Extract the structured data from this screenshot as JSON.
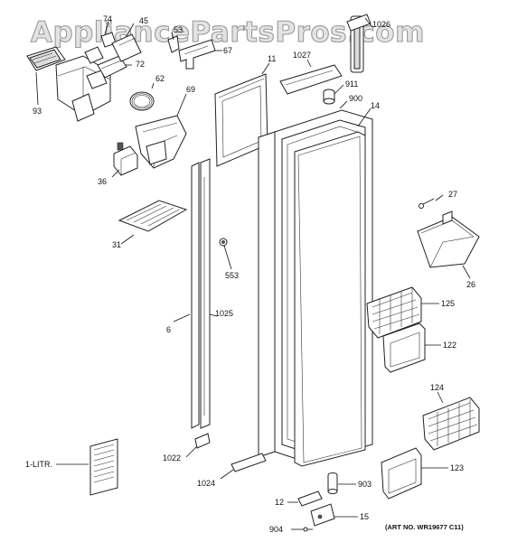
{
  "watermark": "AppliancePartsPros.com",
  "art_number": "(ART NO. WR19677 C11)",
  "callouts": {
    "p74": "74",
    "p45": "45",
    "p53": "53",
    "p67": "67",
    "p72": "72",
    "p93": "93",
    "p62": "62",
    "p69": "69",
    "p36": "36",
    "p11": "11",
    "p1026": "1026",
    "p1027": "1027",
    "p911": "911",
    "p900": "900",
    "p14": "14",
    "p31": "31",
    "p553": "553",
    "p6": "6",
    "p1025": "1025",
    "p27": "27",
    "p26": "26",
    "p125": "125",
    "p122": "122",
    "p124": "124",
    "p123": "123",
    "p1litr": "1-LITR.",
    "p1022": "1022",
    "p1024": "1024",
    "p903": "903",
    "p12": "12",
    "p904": "904",
    "p15": "15"
  }
}
